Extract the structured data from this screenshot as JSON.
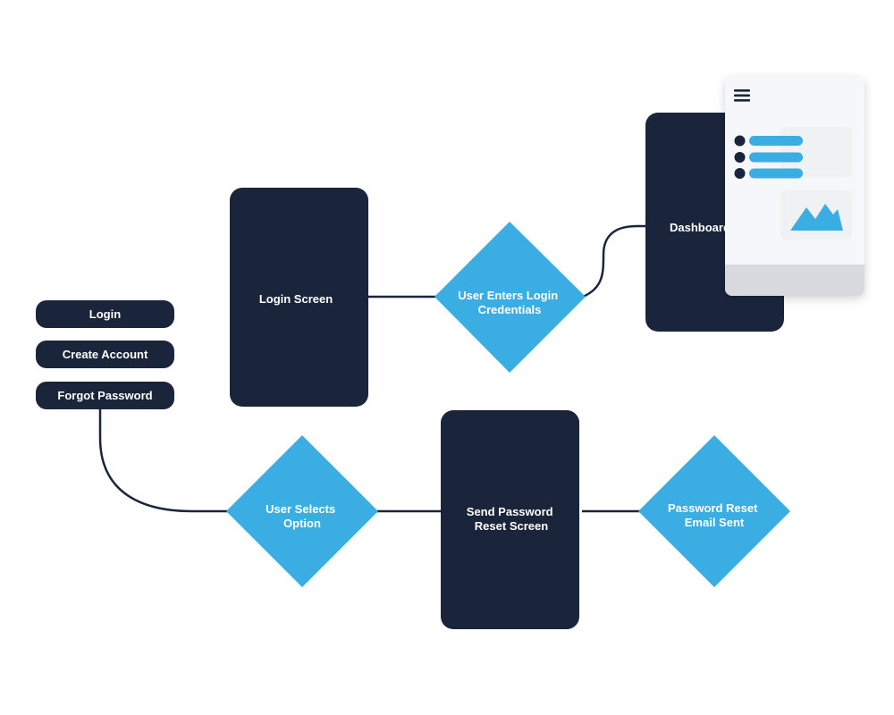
{
  "colors": {
    "navy": "#1a253b",
    "blue": "#3aaee3",
    "white": "#ffffff",
    "mockup_bg": "#f5f7fa",
    "mockup_card": "#f0f1f3",
    "mockup_footer": "#d8dadf"
  },
  "options": {
    "login": "Login",
    "create_account": "Create Account",
    "forgot_password": "Forgot Password"
  },
  "screens": {
    "login_screen": "Login Screen",
    "dashboard": "Dashboard",
    "send_reset": [
      "Send Password",
      "Reset Screen"
    ]
  },
  "decisions": {
    "user_enters_credentials": [
      "User Enters Login",
      "Credentials"
    ],
    "user_selects_option": [
      "User Selects",
      "Option"
    ],
    "reset_email_sent": [
      "Password Reset",
      "Email Sent"
    ]
  },
  "mockup": {
    "menu_icon": "hamburger-menu-icon",
    "chart_icon": "mountain-chart-icon"
  }
}
